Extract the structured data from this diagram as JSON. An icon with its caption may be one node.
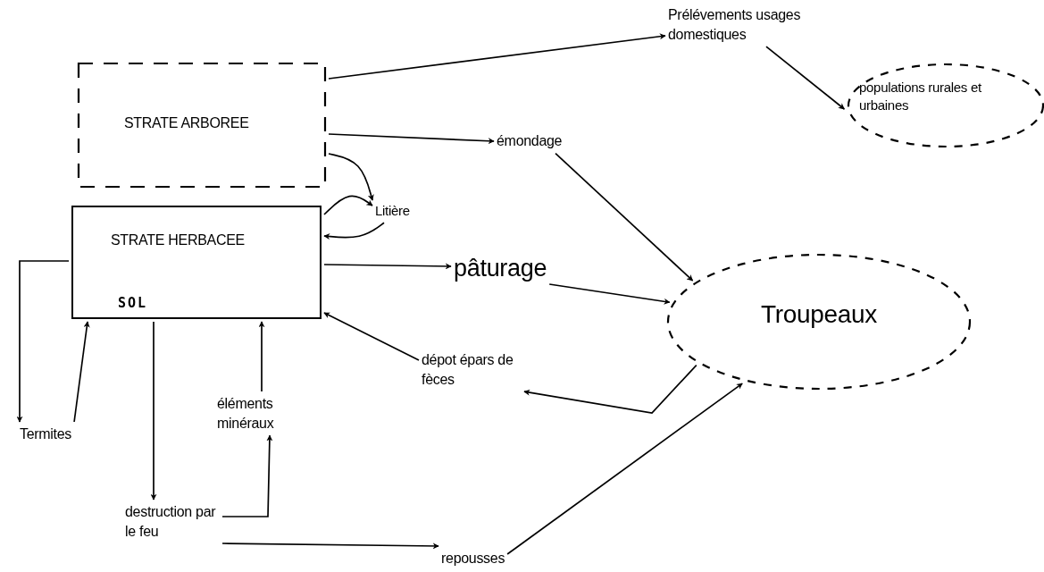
{
  "diagram": {
    "nodes": [
      {
        "text": [
          "STRATE ARBOREE"
        ]
      },
      {
        "text": [
          "STRATE HERBACEE",
          "SOL"
        ]
      },
      {
        "text": [
          "Litière"
        ]
      },
      {
        "text": [
          "Prélévements usages domestiques"
        ]
      },
      {
        "text": [
          "populations rurales et urbaines"
        ]
      },
      {
        "text": [
          "émondage"
        ]
      },
      {
        "text": [
          "pâturage"
        ]
      },
      {
        "text": [
          "Troupeaux"
        ]
      },
      {
        "text": [
          "dépot épars de fèces"
        ]
      },
      {
        "text": [
          "Termites"
        ]
      },
      {
        "text": [
          "éléments minéraux"
        ]
      },
      {
        "text": [
          "destruction par le feu"
        ]
      },
      {
        "text": [
          "repousses"
        ]
      }
    ],
    "edges": [
      {
        "from": 0,
        "to": 3,
        "arrow": "to"
      },
      {
        "from": 0,
        "to": 5,
        "arrow": "to"
      },
      {
        "from": 0,
        "to": 2,
        "arrow": "to"
      },
      {
        "from": 1,
        "to": 2,
        "arrow": "to"
      },
      {
        "from": 2,
        "to": 1,
        "arrow": "to"
      },
      {
        "from": 3,
        "to": 4,
        "arrow": "to"
      },
      {
        "from": 5,
        "to": 7,
        "arrow": "to"
      },
      {
        "from": 1,
        "to": 6,
        "arrow": "to"
      },
      {
        "from": 6,
        "to": 7,
        "arrow": "to"
      },
      {
        "from": 8,
        "to": 1,
        "arrow": "to"
      },
      {
        "from": 7,
        "to": 8,
        "arrow": "to"
      },
      {
        "from": 1,
        "to": 9,
        "arrow": "to"
      },
      {
        "from": 9,
        "to": 1,
        "arrow": "to"
      },
      {
        "from": 1,
        "to": 11,
        "arrow": "to"
      },
      {
        "from": 10,
        "to": 1,
        "arrow": "to"
      },
      {
        "from": 11,
        "to": 10,
        "arrow": "to"
      },
      {
        "from": 11,
        "to": 12,
        "arrow": "to"
      },
      {
        "from": 12,
        "to": 7,
        "arrow": "to"
      }
    ]
  }
}
